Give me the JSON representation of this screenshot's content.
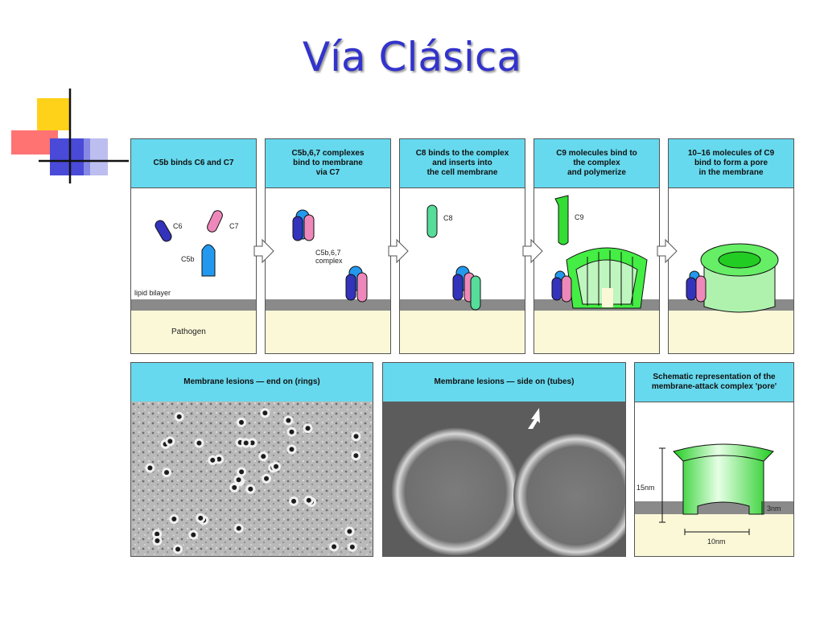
{
  "slide": {
    "title": "Vía Clásica"
  },
  "steps": [
    {
      "caption": "C5b  binds  C6  and  C7"
    },
    {
      "caption": "C5b,6,7  complexes\nbind  to  membrane\nvia C7"
    },
    {
      "caption": "C8  binds  to  the complex\nand  inserts  into\nthe  cell  membrane"
    },
    {
      "caption": "C9  molecules  bind  to\nthe  complex\nand  polymerize"
    },
    {
      "caption": "10–16  molecules  of  C9\nbind  to  form  a  pore\nin  the  membrane"
    }
  ],
  "labels": {
    "c6": "C6",
    "c7": "C7",
    "c5b": "C5b",
    "lipid": "lipid bilayer",
    "pathogen": "Pathogen",
    "complex": "C5b,6,7\ncomplex",
    "c8": "C8",
    "c9": "C9"
  },
  "lesions": {
    "rings_caption": "Membrane  lesions — end on (rings)",
    "tubes_caption": "Membrane  lesions — side on (tubes)",
    "schematic_caption": "Schematic  representation  of  the\nmembrane-attack  complex  'pore'",
    "dim_height": "15nm",
    "dim_thickness": "3nm",
    "dim_width": "10nm"
  },
  "colors": {
    "title": "#3333cc",
    "caption_bg": "#66d9ee",
    "pathogen": "#fbf8d8",
    "membrane": "#8a8a8a",
    "c6": "#3333bb",
    "c7": "#ee88bb",
    "c5b": "#2299ee",
    "c8": "#55dd99",
    "c9": "#33dd33"
  }
}
